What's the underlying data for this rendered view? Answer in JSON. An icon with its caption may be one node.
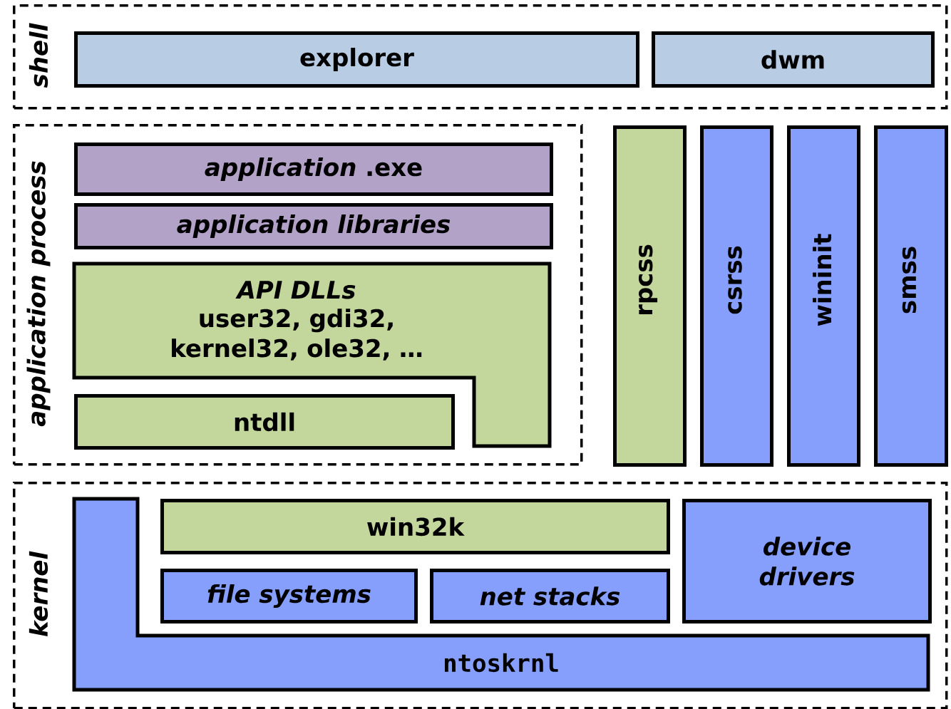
{
  "diagram": {
    "nodes": [
      {
        "text": [
          "shell"
        ]
      },
      {
        "text": [
          "explorer"
        ],
        "in": 0
      },
      {
        "text": [
          "dwm"
        ],
        "in": 0
      },
      {
        "text": [
          "application process"
        ]
      },
      {
        "text": [
          "*application* .exe"
        ],
        "in": 3
      },
      {
        "text": [
          "application libraries"
        ],
        "in": 3
      },
      {
        "text": [
          "API DLLs",
          "user32, gdi32, kernel32, ole32, …"
        ],
        "in": 3
      },
      {
        "text": [
          "ntdll"
        ],
        "in": 3
      },
      {
        "text": [
          "rpcss"
        ]
      },
      {
        "text": [
          "csrss"
        ]
      },
      {
        "text": [
          "wininit"
        ]
      },
      {
        "text": [
          "smss"
        ]
      },
      {
        "text": [
          "kernel"
        ]
      },
      {
        "text": [
          "ntoskrnl"
        ],
        "in": 12
      },
      {
        "text": [
          "win32k"
        ],
        "in": 12
      },
      {
        "text": [
          "file systems"
        ],
        "in": 12
      },
      {
        "text": [
          "net stacks"
        ],
        "in": 12
      },
      {
        "text": [
          "device drivers"
        ],
        "in": 12
      }
    ]
  }
}
